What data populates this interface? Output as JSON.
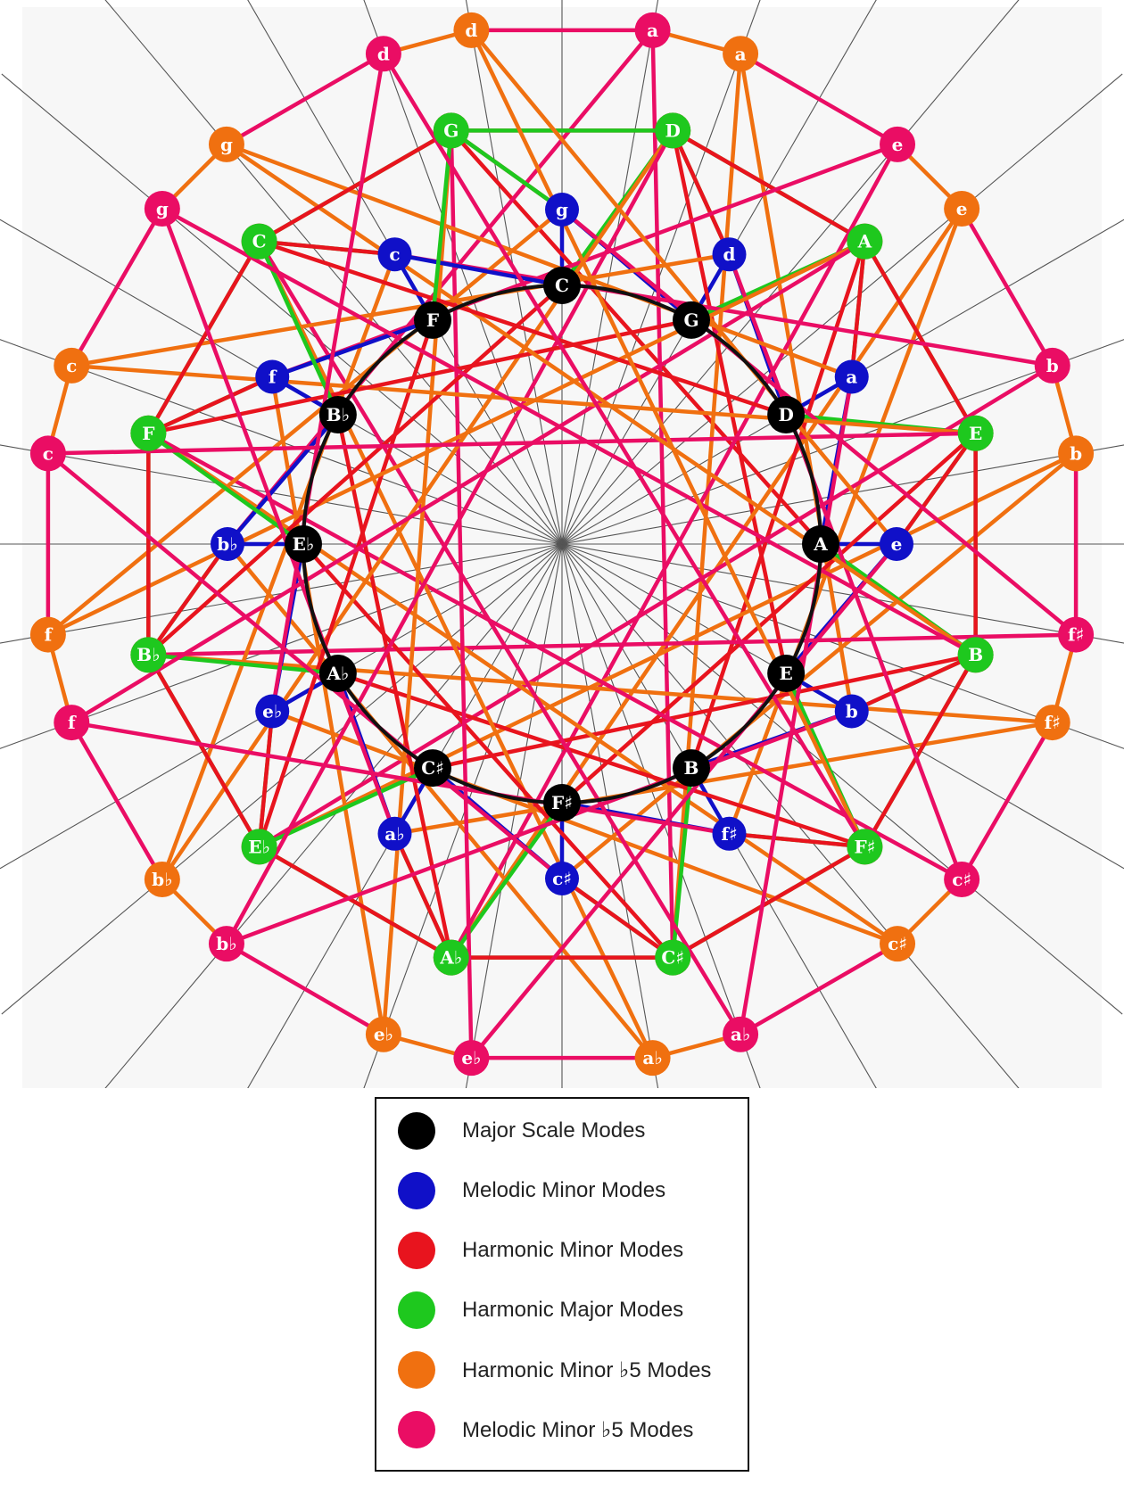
{
  "colors": {
    "major": "#000000",
    "melodic": "#1010c8",
    "harmonic_minor": "#e8141e",
    "harmonic_major": "#1ec81e",
    "harmonic_minor_b5": "#f07010",
    "melodic_minor_b5": "#ea0d64"
  },
  "rings": {
    "major": [
      "C",
      "G",
      "D",
      "A",
      "E",
      "B",
      "F♯",
      "C♯",
      "A♭",
      "E♭",
      "B♭",
      "F"
    ],
    "melodic": [
      "g",
      "d",
      "a",
      "e",
      "b",
      "f♯",
      "c♯",
      "a♭",
      "e♭",
      "b♭",
      "f",
      "c"
    ],
    "harmonic_minor": [
      "d",
      "a",
      "e",
      "b",
      "f♯",
      "c♯",
      "a♭",
      "e♭",
      "b♭",
      "f",
      "c",
      "g"
    ],
    "harmonic_major": [
      "D",
      "A",
      "E",
      "B",
      "F♯",
      "C♯",
      "A♭",
      "E♭",
      "B♭",
      "F",
      "C",
      "G"
    ],
    "harmonic_minor_b5": [
      "a",
      "e",
      "b",
      "f♯",
      "c♯",
      "a♭",
      "e♭",
      "b♭",
      "f",
      "c",
      "g",
      "d"
    ],
    "melodic_minor_b5": [
      "a",
      "e",
      "b",
      "f♯",
      "c♯",
      "a♭",
      "e♭",
      "b♭",
      "f",
      "c",
      "g",
      "d"
    ]
  },
  "legend": [
    {
      "label": "Major Scale Modes",
      "color_key": "major"
    },
    {
      "label": "Melodic Minor Modes",
      "color_key": "melodic"
    },
    {
      "label": "Harmonic Minor Modes",
      "color_key": "harmonic_minor"
    },
    {
      "label": "Harmonic Major Modes",
      "color_key": "harmonic_major"
    },
    {
      "label": "Harmonic Minor ♭5 Modes",
      "color_key": "harmonic_minor_b5"
    },
    {
      "label": "Melodic Minor ♭5 Modes",
      "color_key": "melodic_minor_b5"
    }
  ]
}
